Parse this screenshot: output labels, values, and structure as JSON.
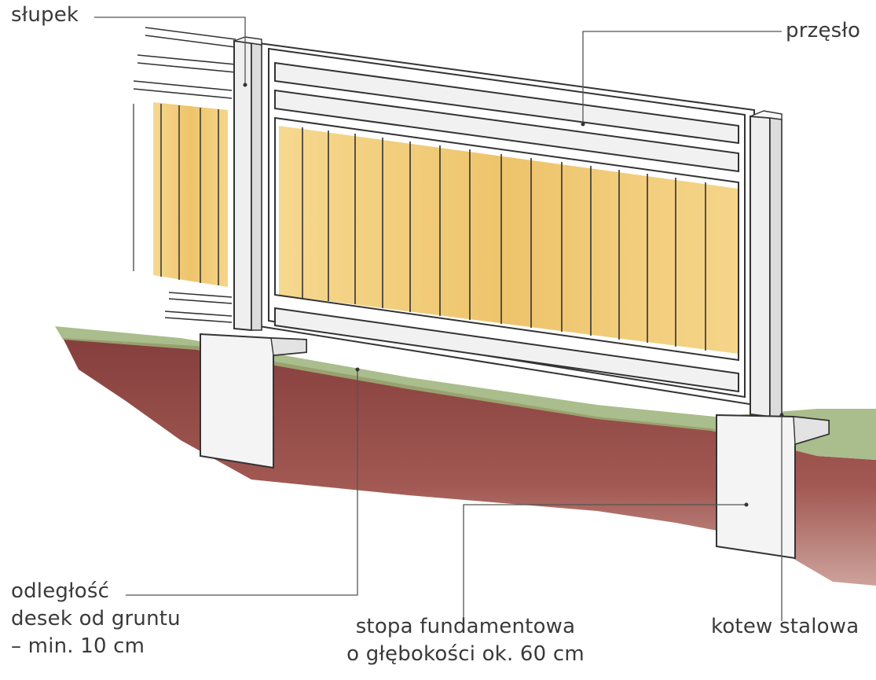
{
  "labels": {
    "slupek": "słupek",
    "przeslo": "przęsło",
    "odleglosc": [
      "odległość",
      "desek od gruntu",
      "– min. 10 cm"
    ],
    "stopa": [
      "stopa fundamentowa",
      "o głębokości ok. 60 cm"
    ],
    "kotew": "kotew stalowa"
  },
  "colors": {
    "boards": "#f3cf7e",
    "soil": "#8c3a34",
    "grass": "#9bb178",
    "frame": "#f1f1f1",
    "outline": "#333333",
    "leader": "#555555"
  }
}
